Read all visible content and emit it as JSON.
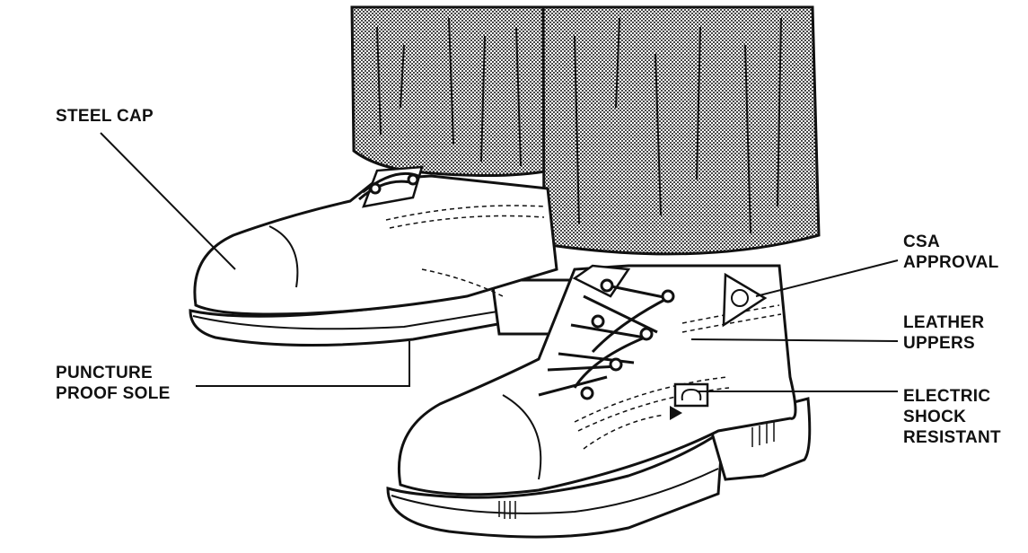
{
  "labels": {
    "steel_cap": [
      "STEEL CAP"
    ],
    "puncture_sole": [
      "PUNCTURE",
      "PROOF SOLE"
    ],
    "csa_approval": [
      "CSA",
      "APPROVAL"
    ],
    "leather_uppers": [
      "LEATHER",
      "UPPERS"
    ],
    "electric_shock": [
      "ELECTRIC",
      "SHOCK",
      "RESISTANT"
    ]
  },
  "colors": {
    "ink": "#111111",
    "paper": "#ffffff",
    "denim": "#b9b9b9"
  },
  "icons": {
    "csa_mark": "csa-triangle-icon",
    "shock_mark": "omega-patch-icon"
  }
}
